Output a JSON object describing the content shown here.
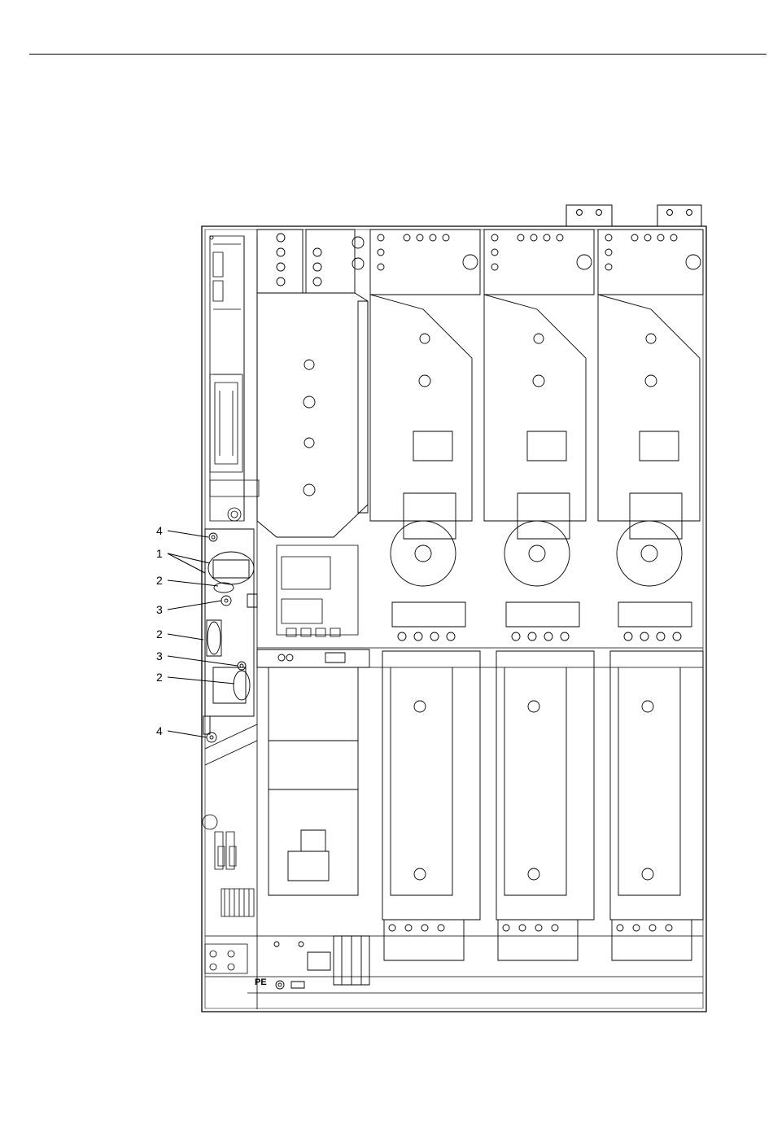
{
  "figure": {
    "callouts": [
      "4",
      "1",
      "2",
      "3",
      "2",
      "3",
      "2",
      "4"
    ],
    "pe_label": "PE"
  }
}
